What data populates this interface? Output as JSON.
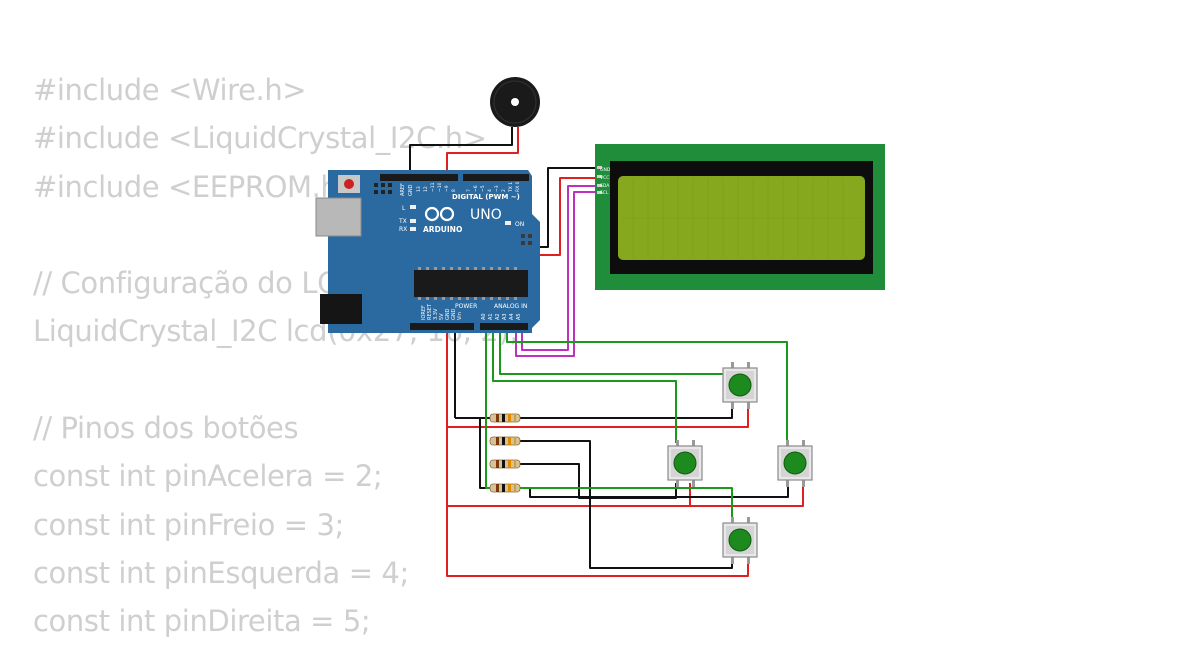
{
  "code_lines": [
    "#include <Wire.h>",
    "#include <LiquidCrystal_I2C.h>",
    "#include <EEPROM.h>",
    "",
    "// Configuração do LCD",
    "LiquidCrystal_I2C lcd(0x27, 16, 2);",
    "",
    "// Pinos dos botões",
    "const int pinAcelera = 2;",
    "const int pinFreio = 3;",
    "const int pinEsquerda = 4;",
    "const int pinDireita = 5;"
  ],
  "arduino": {
    "brand": "ARDUINO",
    "model": "UNO",
    "digital_label": "DIGITAL (PWM ~)",
    "power_label": "POWER",
    "analog_label": "ANALOG IN",
    "on_label": "ON",
    "l_label": "L",
    "tx_label": "TX",
    "rx_label": "RX",
    "aref_label": "AREF",
    "gnd_label": "GND",
    "ioref_label": "IOREF",
    "reset_label": "RESET",
    "v33_label": "3.3V",
    "v5_label": "5V",
    "vin_label": "Vin",
    "digital_pins": [
      "13",
      "12",
      "~11",
      "~10",
      "~9",
      "8",
      "7",
      "~6",
      "~5",
      "4",
      "~3",
      "2",
      "TX 1",
      "RX 0"
    ],
    "analog_pins": [
      "A0",
      "A1",
      "A2",
      "A3",
      "A4",
      "A5"
    ]
  },
  "lcd": {
    "pins": [
      "GND",
      "VCC",
      "SDA",
      "SCL"
    ]
  },
  "colors": {
    "board": "#2a6aa0",
    "lcd_pcb": "#1f8d3a",
    "lcd_screen": "#86a81f",
    "button_cap": "#1d8a1d",
    "wire_red": "#e02020",
    "wire_black": "#111111",
    "wire_green": "#1a9a1a",
    "wire_magenta": "#c030c0"
  }
}
